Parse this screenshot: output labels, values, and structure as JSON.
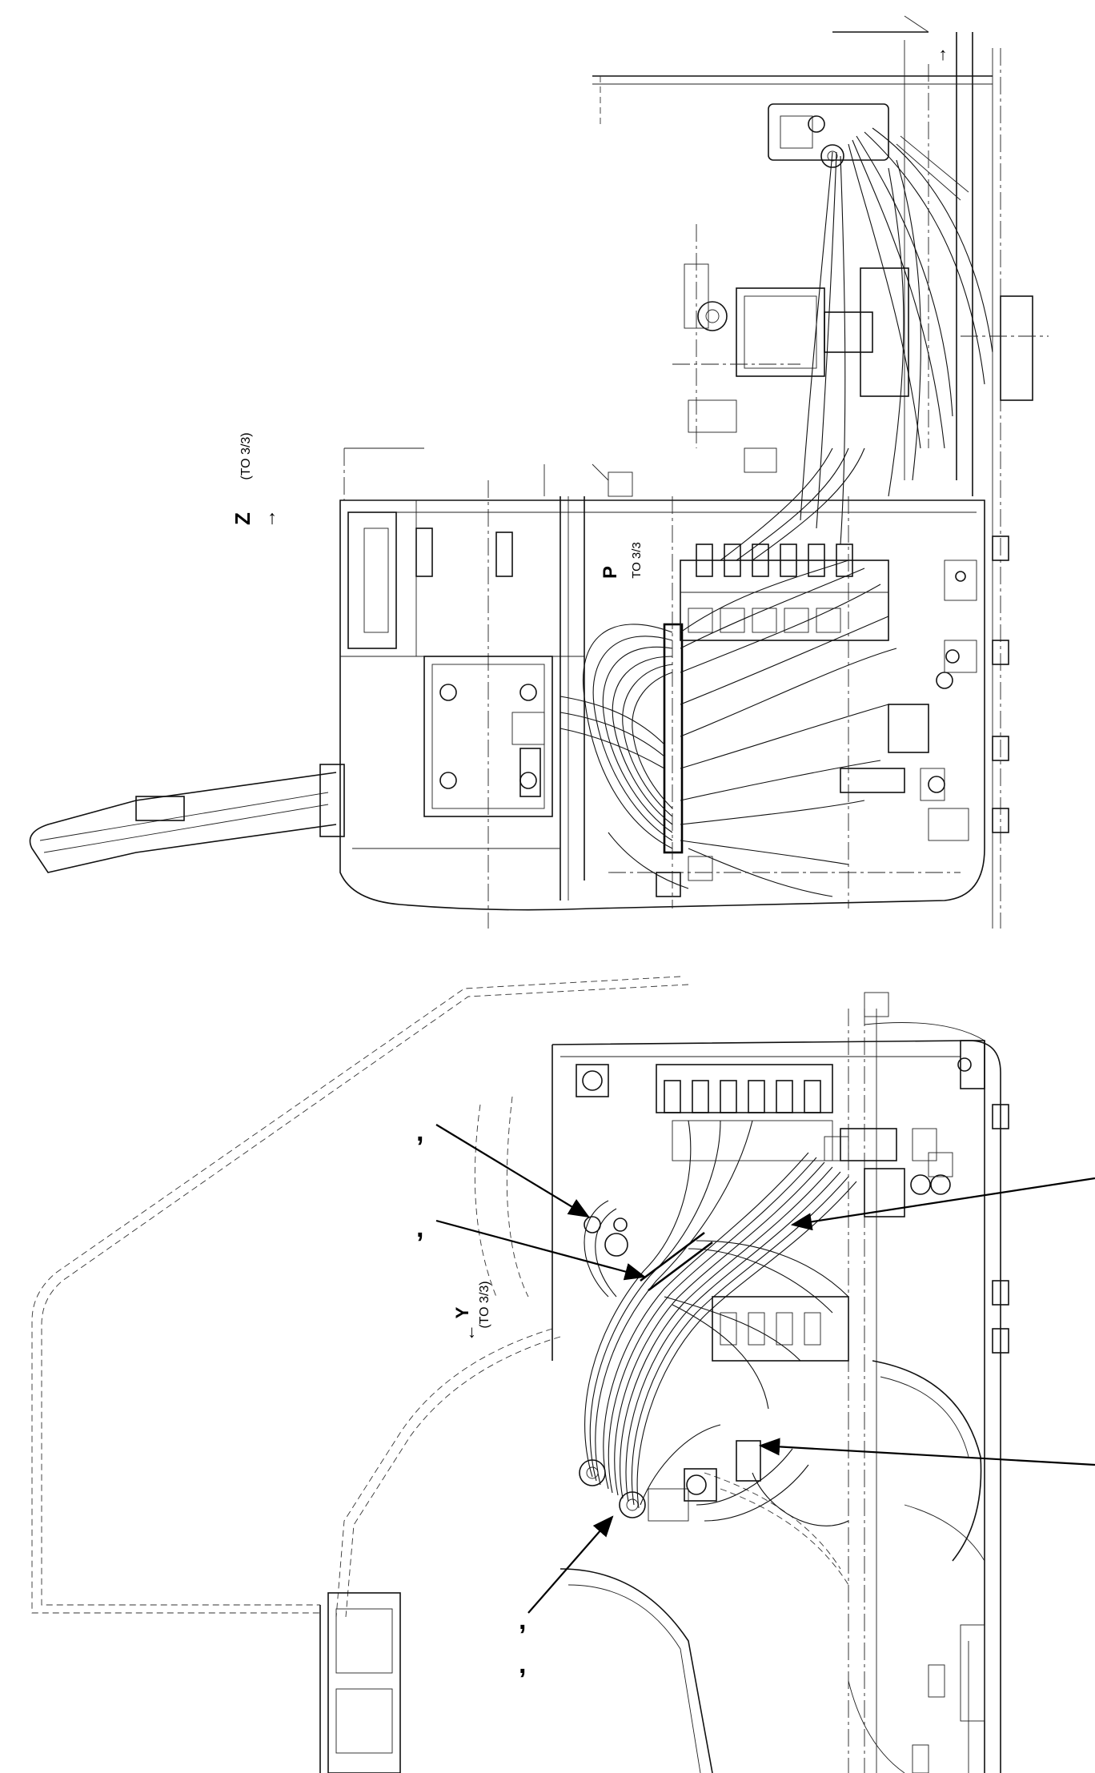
{
  "labels": {
    "z_marker": "Z",
    "z_note": "(TO 3/3)",
    "y_marker": "Y",
    "y_note": "(TO 3/3)",
    "p_marker": "P",
    "p_note": "TO 3/3",
    "comma": ","
  },
  "arrows": {
    "right": "→",
    "left": "←",
    "up": "↑"
  }
}
